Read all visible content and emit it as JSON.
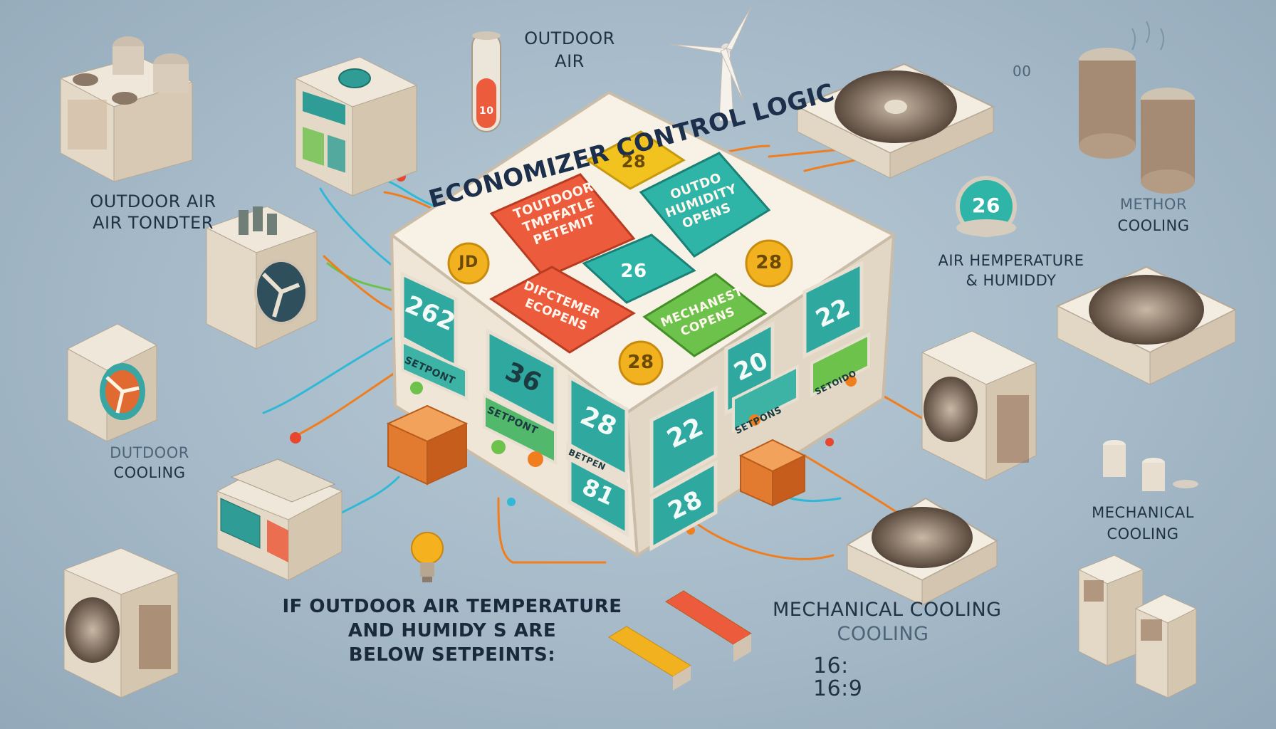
{
  "title": "ECONOMIZER CONTROL LOGIC",
  "top_panels": [
    {
      "line1": "TOUTDOOR",
      "line2": "TMPFATLE",
      "line3": "PETEMIT"
    },
    {
      "line1": "OUTDO",
      "line2": "HUMIDITY",
      "line3": "OPENS"
    },
    {
      "line1": "DIFCTEMER",
      "line2": "ECOPENS"
    },
    {
      "line1": "MECHANEST",
      "line2": "COPENS"
    }
  ],
  "top_badges": [
    "28",
    "JD",
    "26",
    "28",
    "28"
  ],
  "front_displays": [
    "262",
    "36",
    "28",
    "22",
    "28",
    "81"
  ],
  "right_displays": [
    "22",
    "20"
  ],
  "setpoint_tags": [
    "SETPONT",
    "SETPONT",
    "BETPEN",
    "SETPONS",
    "SETOIDO"
  ],
  "labels": {
    "outdoor_air_top_1": "OUTDOOR",
    "outdoor_air_top_2": "AIR",
    "outdoor_air_left_1": "OUTDOOR AIR",
    "outdoor_air_left_2": "AIR TONDTER",
    "outdoor_cooling_1": "DUTDOOR",
    "outdoor_cooling_2": "COOLING",
    "method_cooling_1": "METHOR",
    "method_cooling_2": "COOLING",
    "air_temp_1": "AIR HEMPERATURE",
    "air_temp_2": "& HUMIDDY",
    "mech_right_1": "MECHANICAL",
    "mech_right_2": "COOLING",
    "mech_bottom_1": "MECHANICAL  COOLING",
    "mech_bottom_2": "COOLING",
    "rule_1": "IF OUTDOOR AIR TEMPERATURE",
    "rule_2": "AND HUMIDY S ARE",
    "rule_3": "BELOW SETPEINTS:",
    "ratio_1": "16:",
    "ratio_2": "16:9",
    "corner_num": "00",
    "tube_num": "10",
    "dial_num": "26",
    "panel_num": "26"
  },
  "colors": {
    "background": "#a5b9c8",
    "teal": "#2f9d95",
    "orange_red": "#ec5c3c",
    "yellow": "#f2c21f",
    "green": "#6cc24a",
    "cream": "#f3ece1",
    "wire_orange": "#f07d1e",
    "wire_cyan": "#2fb9d6"
  }
}
